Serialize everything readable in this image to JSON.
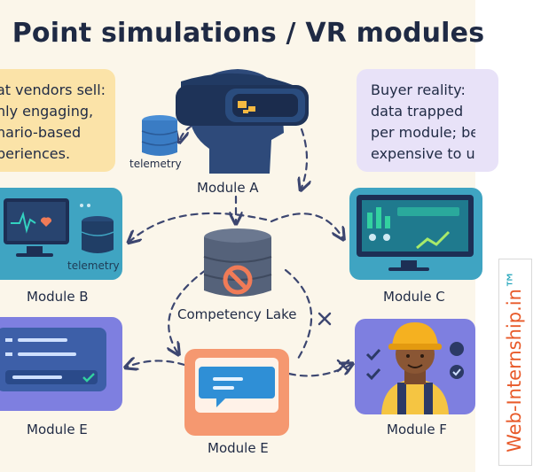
{
  "title": "Point simulations / VR modules",
  "callouts": {
    "vendors": "at vendors sell:\nnly engaging,\nnario-based\nperiences.",
    "buyer": "Buyer reality:\ndata trapped\nper module; be\nexpensive to u"
  },
  "nodes": {
    "module_a": "Module A",
    "module_b": "Module B",
    "module_c": "Module C",
    "module_e_left": "Module E",
    "module_e_center": "Module E",
    "module_f": "Module F",
    "lake": "Competency Lake",
    "telemetry_a": "telemetry",
    "telemetry_b": "telemetry"
  },
  "brand": {
    "part1": "Web-Internship.in",
    "part2": "™"
  },
  "colors": {
    "background": "#fbf6ea",
    "title": "#1f2a44",
    "vendor_callout": "#fbe3a8",
    "buyer_callout": "#e8e2f8",
    "teal_card": "#3fa4c2",
    "purple_card": "#7e7fe0",
    "orange_card": "#f59870",
    "lake": "#55627a",
    "block_icon": "#f07b57",
    "arrow": "#3c4670"
  },
  "icons": [
    "vr-headset-icon",
    "database-icon",
    "monitor-icon",
    "heart-icon",
    "dashboard-icon",
    "block-icon",
    "chat-icon",
    "worker-icon",
    "checkmark-icon",
    "x-mark-icon",
    "arrow-icon"
  ]
}
